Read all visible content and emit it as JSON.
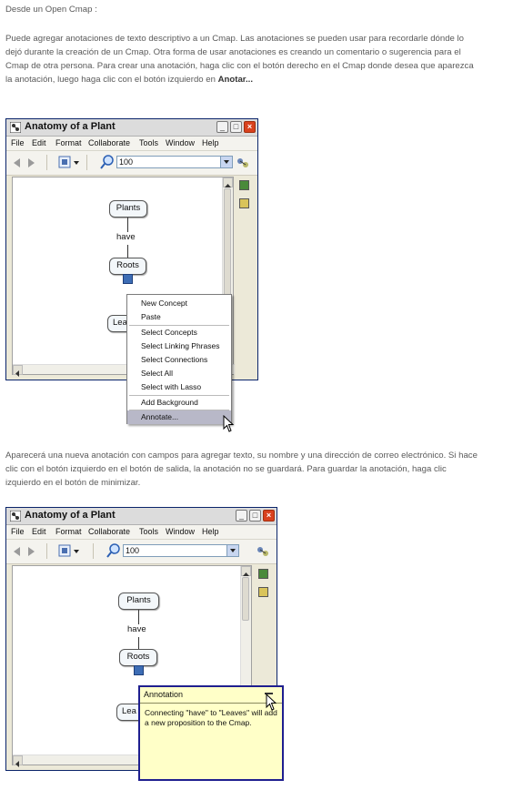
{
  "intro": {
    "heading": "Desde un Open Cmap :"
  },
  "paragraph1": {
    "text": "Puede agregar anotaciones de texto descriptivo a un Cmap. Las anotaciones se pueden usar para recordarle dónde lo dejó durante la creación de un Cmap. Otra forma de usar anotaciones es creando un comentario o sugerencia para el Cmap de otra persona. Para crear una anotación, haga clic con el botón derecho en el Cmap donde desea que aparezca la anotación, luego haga clic con el botón izquierdo en",
    "bold": "Anotar..."
  },
  "paragraph2": {
    "text": "Aparecerá una nueva anotación con campos para agregar texto, su nombre y una dirección de correo electrónico. Si hace clic con el botón izquierdo en el botón de salida, la anotación no se guardará. Para guardar la anotación, haga clic izquierdo en el botón de minimizar."
  },
  "window": {
    "title": "Anatomy of a Plant",
    "menu": [
      "File",
      "Edit",
      "Format",
      "Collaborate",
      "Tools",
      "Window",
      "Help"
    ],
    "zoom": "100",
    "minimize_glyph": "_",
    "maximize_glyph": "□",
    "close_glyph": "×"
  },
  "cmap": {
    "concept1": "Plants",
    "link": "have",
    "concept2": "Roots",
    "concept3_partial": "Lea"
  },
  "context_menu": {
    "items": [
      "New Concept",
      "Paste",
      "Select Concepts",
      "Select Linking Phrases",
      "Select Connections",
      "Select All",
      "Select with Lasso",
      "Add Background",
      "Annotate..."
    ]
  },
  "annotation": {
    "title": "Annotation",
    "body": "Connecting \"have\" to \"Leaves\" will add a new proposition to the Cmap."
  },
  "colors": {
    "titlebar_close": "#d9411e",
    "annotation_bg": "#ffffc8",
    "annotation_border": "#1f1f8f",
    "selected_item": "#b8b8c8"
  }
}
